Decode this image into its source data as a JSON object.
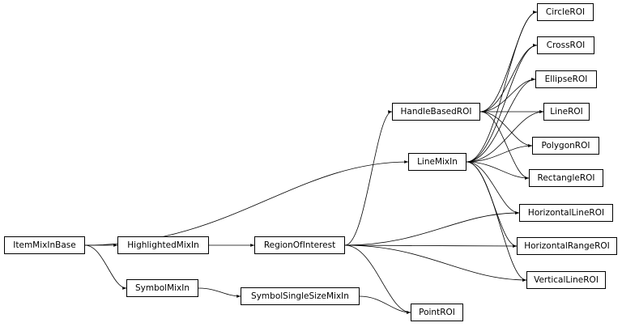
{
  "nodes": {
    "item_mixin_base": "ItemMixInBase",
    "highlighted_mixin": "HighlightedMixIn",
    "symbol_mixin": "SymbolMixIn",
    "region_of_interest": "RegionOfInterest",
    "symbol_single_size_mixin": "SymbolSingleSizeMixIn",
    "handle_based_roi": "HandleBasedROI",
    "line_mixin": "LineMixIn",
    "point_roi": "PointROI",
    "circle_roi": "CircleROI",
    "cross_roi": "CrossROI",
    "ellipse_roi": "EllipseROI",
    "line_roi": "LineROI",
    "polygon_roi": "PolygonROI",
    "rectangle_roi": "RectangleROI",
    "horizontal_line_roi": "HorizontalLineROI",
    "horizontal_range_roi": "HorizontalRangeROI",
    "vertical_line_roi": "VerticalLineROI"
  },
  "edges": [
    [
      "item_mixin_base",
      "highlighted_mixin"
    ],
    [
      "item_mixin_base",
      "symbol_mixin"
    ],
    [
      "item_mixin_base",
      "line_mixin"
    ],
    [
      "highlighted_mixin",
      "region_of_interest"
    ],
    [
      "symbol_mixin",
      "symbol_single_size_mixin"
    ],
    [
      "symbol_single_size_mixin",
      "point_roi"
    ],
    [
      "region_of_interest",
      "handle_based_roi"
    ],
    [
      "region_of_interest",
      "point_roi"
    ],
    [
      "region_of_interest",
      "horizontal_line_roi"
    ],
    [
      "region_of_interest",
      "horizontal_range_roi"
    ],
    [
      "region_of_interest",
      "vertical_line_roi"
    ],
    [
      "handle_based_roi",
      "circle_roi"
    ],
    [
      "handle_based_roi",
      "cross_roi"
    ],
    [
      "handle_based_roi",
      "ellipse_roi"
    ],
    [
      "handle_based_roi",
      "line_roi"
    ],
    [
      "handle_based_roi",
      "polygon_roi"
    ],
    [
      "handle_based_roi",
      "rectangle_roi"
    ],
    [
      "line_mixin",
      "circle_roi"
    ],
    [
      "line_mixin",
      "cross_roi"
    ],
    [
      "line_mixin",
      "ellipse_roi"
    ],
    [
      "line_mixin",
      "line_roi"
    ],
    [
      "line_mixin",
      "polygon_roi"
    ],
    [
      "line_mixin",
      "rectangle_roi"
    ],
    [
      "line_mixin",
      "horizontal_line_roi"
    ],
    [
      "line_mixin",
      "horizontal_range_roi"
    ],
    [
      "line_mixin",
      "vertical_line_roi"
    ]
  ]
}
